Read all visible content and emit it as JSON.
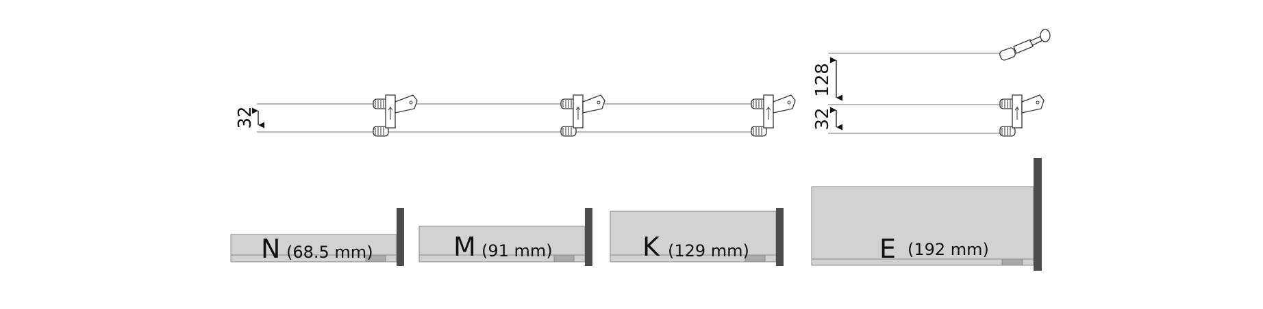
{
  "dimensions": {
    "left_spacing": "32",
    "right_spacing_lower": "32",
    "right_spacing_upper": "128"
  },
  "drawers": [
    {
      "letter": "N",
      "height_label": "(68.5 mm)"
    },
    {
      "letter": "M",
      "height_label": "(91 mm)"
    },
    {
      "letter": "K",
      "height_label": "(129 mm)"
    },
    {
      "letter": "E",
      "height_label": "(192 mm)"
    }
  ],
  "colors": {
    "drawer_side": "#d1d2d2",
    "front_panel": "#4a4c4e",
    "line": "#8a8a8a",
    "tab": "#a9aaaa"
  }
}
